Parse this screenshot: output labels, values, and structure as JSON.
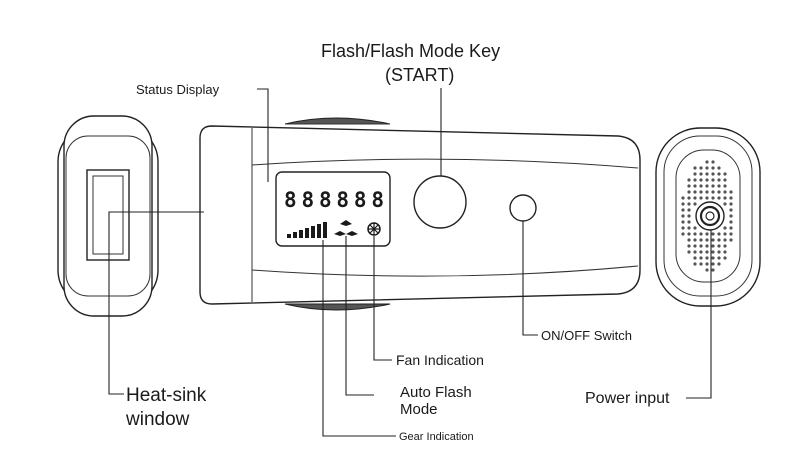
{
  "labels": {
    "flash_key_line1": "Flash/Flash Mode Key",
    "flash_key_line2": "(START)",
    "status_display": "Status Display",
    "heat_sink_line1": "Heat-sink",
    "heat_sink_line2": "window",
    "on_off_switch": "ON/OFF Switch",
    "fan_indication": "Fan Indication",
    "auto_flash_line1": "Auto Flash",
    "auto_flash_line2": "Mode",
    "gear_indication": "Gear Indication",
    "power_input": "Power input"
  },
  "display": {
    "digits": "888888"
  }
}
